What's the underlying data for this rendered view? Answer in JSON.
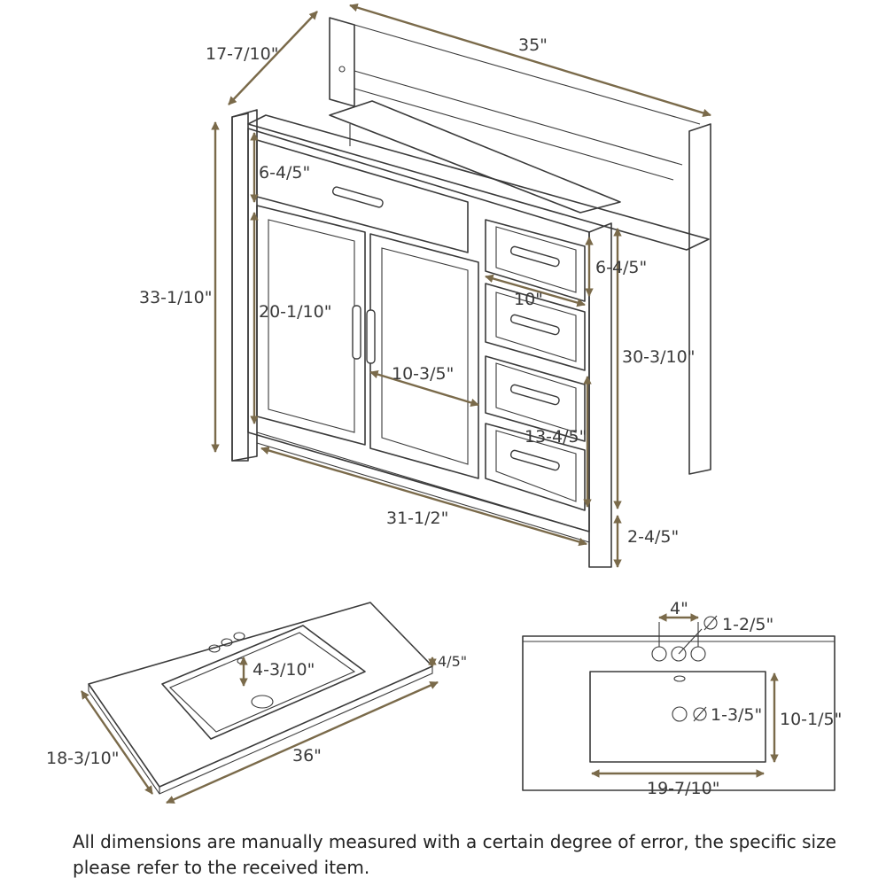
{
  "vanity": {
    "depth": "17-7/10\"",
    "width_top": "35\"",
    "top_drawer_height": "6-4/5\"",
    "total_height": "33-1/10\"",
    "door_height": "20-1/10\"",
    "door_width": "10-3/5\"",
    "right_drawer_height": "6-4/5\"",
    "drawer_width": "10\"",
    "cabinet_height": "30-3/10\"",
    "bottom_drawers_height": "13-4/5\"",
    "base_width": "31-1/2\"",
    "leg_height": "2-4/5\""
  },
  "top_3d": {
    "basin_depth": "4-3/10\"",
    "thickness": "4/5\"",
    "depth": "18-3/10\"",
    "width": "36\""
  },
  "top_plan": {
    "faucet_spacing": "4\"",
    "faucet_hole_diameter": "1-2/5\"",
    "drain_diameter": "1-3/5\"",
    "basin_depth": "10-1/5\"",
    "basin_width": "19-7/10\""
  },
  "note": "All dimensions are manually measured with a certain degree of error, the specific size please refer to the received item.",
  "colors": {
    "dimension": "#7a6a4a",
    "line": "#3a3a3a"
  }
}
